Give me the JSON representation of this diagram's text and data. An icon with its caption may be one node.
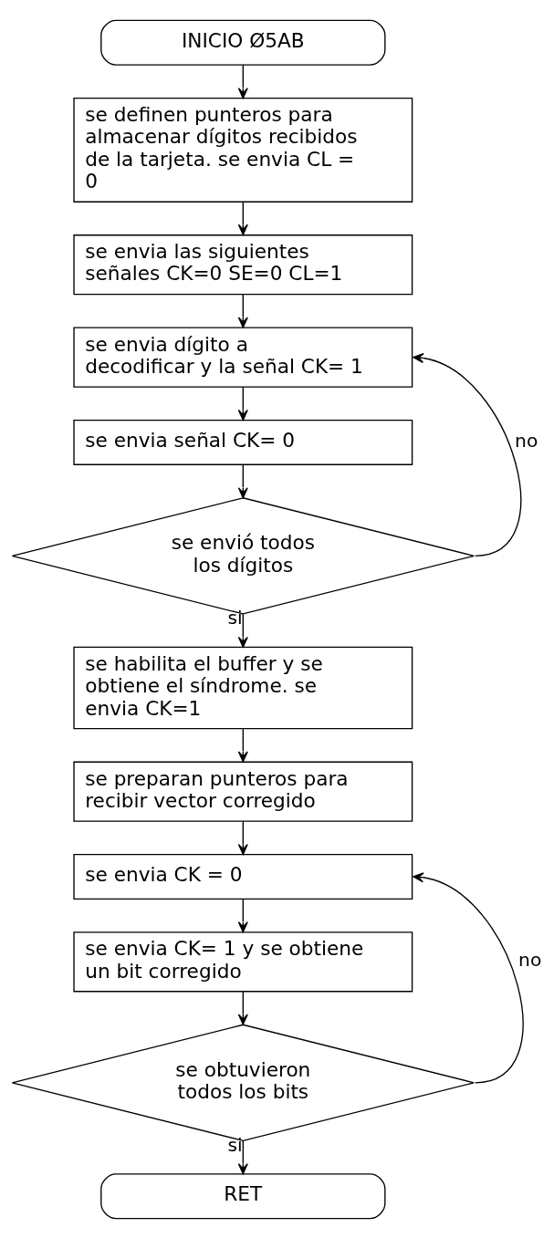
{
  "diagram": {
    "nodes": [
      {
        "text": [
          "INICIO Ø5AB"
        ]
      },
      {
        "text": [
          "se definen punteros para almacenar dígitos recibidos de la tarjeta. se envia CL = 0"
        ]
      },
      {
        "text": [
          "se envia las siguientes señales CK=0 SE=0 CL=1"
        ]
      },
      {
        "text": [
          "se envia dígito a decodificar y la señal CK= 1"
        ]
      },
      {
        "text": [
          "se envia señal CK= 0"
        ]
      },
      {
        "text": [
          "se envió todos los dígitos"
        ]
      },
      {
        "text": [
          "se habilita el buffer y se obtiene el síndrome. se envia CK=1"
        ]
      },
      {
        "text": [
          "se preparan punteros para recibir vector corregido"
        ]
      },
      {
        "text": [
          "se envia CK = 0"
        ]
      },
      {
        "text": [
          "se envia CK= 1 y se obtiene un bit corregido"
        ]
      },
      {
        "text": [
          "se obtuvieron todos los bits"
        ]
      },
      {
        "text": [
          "RET"
        ]
      }
    ],
    "edges": [
      {
        "from": 0,
        "to": 1,
        "arrow": "to"
      },
      {
        "from": 1,
        "to": 2,
        "arrow": "to"
      },
      {
        "from": 2,
        "to": 3,
        "arrow": "to"
      },
      {
        "from": 3,
        "to": 4,
        "arrow": "to"
      },
      {
        "from": 4,
        "to": 5,
        "arrow": "to"
      },
      {
        "from": 5,
        "to": 3,
        "label": "no",
        "arrow": "to"
      },
      {
        "from": 5,
        "to": 6,
        "label": "si",
        "arrow": "to"
      },
      {
        "from": 6,
        "to": 7,
        "arrow": "to"
      },
      {
        "from": 7,
        "to": 8,
        "arrow": "to"
      },
      {
        "from": 8,
        "to": 9,
        "arrow": "to"
      },
      {
        "from": 9,
        "to": 10,
        "arrow": "to"
      },
      {
        "from": 10,
        "to": 8,
        "label": "no",
        "arrow": "to"
      },
      {
        "from": 10,
        "to": 11,
        "label": "si",
        "arrow": "to"
      }
    ]
  }
}
